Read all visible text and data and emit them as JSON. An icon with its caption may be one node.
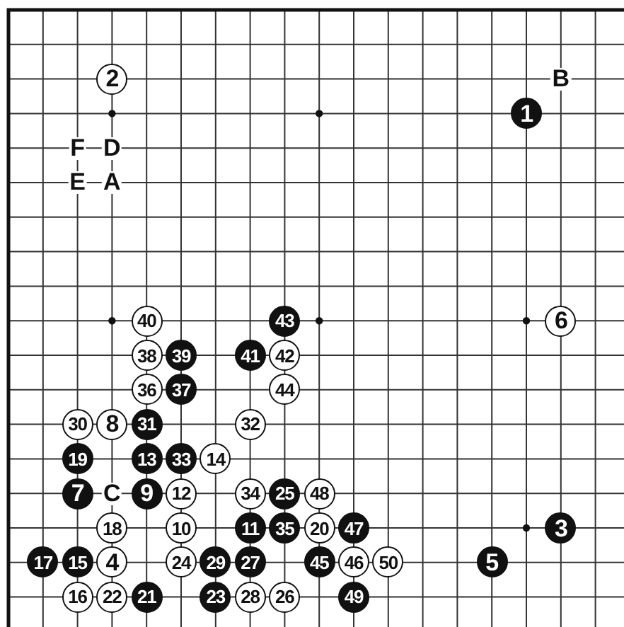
{
  "diagram": {
    "nodes": [
      {
        "text": [
          "2"
        ]
      },
      {
        "text": [
          "1"
        ]
      },
      {
        "text": [
          "40"
        ]
      },
      {
        "text": [
          "43"
        ]
      },
      {
        "text": [
          "6"
        ]
      },
      {
        "text": [
          "38"
        ]
      },
      {
        "text": [
          "39"
        ]
      },
      {
        "text": [
          "41"
        ]
      },
      {
        "text": [
          "42"
        ]
      },
      {
        "text": [
          "36"
        ]
      },
      {
        "text": [
          "37"
        ]
      },
      {
        "text": [
          "44"
        ]
      },
      {
        "text": [
          "30"
        ]
      },
      {
        "text": [
          "8"
        ]
      },
      {
        "text": [
          "31"
        ]
      },
      {
        "text": [
          "32"
        ]
      },
      {
        "text": [
          "19"
        ]
      },
      {
        "text": [
          "13"
        ]
      },
      {
        "text": [
          "33"
        ]
      },
      {
        "text": [
          "14"
        ]
      },
      {
        "text": [
          "7"
        ]
      },
      {
        "text": [
          "9"
        ]
      },
      {
        "text": [
          "12"
        ]
      },
      {
        "text": [
          "34"
        ]
      },
      {
        "text": [
          "25"
        ]
      },
      {
        "text": [
          "48"
        ]
      },
      {
        "text": [
          "18"
        ]
      },
      {
        "text": [
          "10"
        ]
      },
      {
        "text": [
          "11"
        ]
      },
      {
        "text": [
          "35"
        ]
      },
      {
        "text": [
          "20"
        ]
      },
      {
        "text": [
          "47"
        ]
      },
      {
        "text": [
          "3"
        ]
      },
      {
        "text": [
          "17"
        ]
      },
      {
        "text": [
          "15"
        ]
      },
      {
        "text": [
          "4"
        ]
      },
      {
        "text": [
          "24"
        ]
      },
      {
        "text": [
          "29"
        ]
      },
      {
        "text": [
          "27"
        ]
      },
      {
        "text": [
          "45"
        ]
      },
      {
        "text": [
          "46"
        ]
      },
      {
        "text": [
          "50"
        ]
      },
      {
        "text": [
          "5"
        ]
      },
      {
        "text": [
          "16"
        ]
      },
      {
        "text": [
          "22"
        ]
      },
      {
        "text": [
          "21"
        ]
      },
      {
        "text": [
          "23"
        ]
      },
      {
        "text": [
          "28"
        ]
      },
      {
        "text": [
          "26"
        ]
      },
      {
        "text": [
          "49"
        ]
      }
    ],
    "labels": [
      "B",
      "F",
      "D",
      "E",
      "A",
      "C"
    ]
  }
}
